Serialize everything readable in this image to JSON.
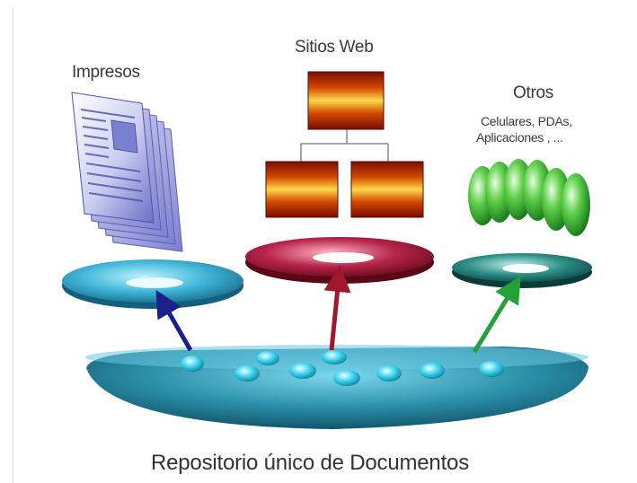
{
  "labels": {
    "print": "Impresos",
    "web": "Sitios Web",
    "others": "Otros",
    "others_detail_1": "Celulares, PDAs,",
    "others_detail_2": "Aplicaciones , ...",
    "repository": "Repositorio único de Documentos"
  },
  "colors": {
    "print_arrow": "#1a1f8a",
    "web_arrow": "#a0182a",
    "others_arrow": "#22a03a",
    "base_disc": "#2a8fa8",
    "print_ring": "#4fb8d6",
    "web_ring": "#a8203e",
    "others_ring": "#1f6f6a"
  },
  "icons": {
    "print": "document-stack-icon",
    "web": "site-tree-icon",
    "others": "device-capsules-icon"
  }
}
